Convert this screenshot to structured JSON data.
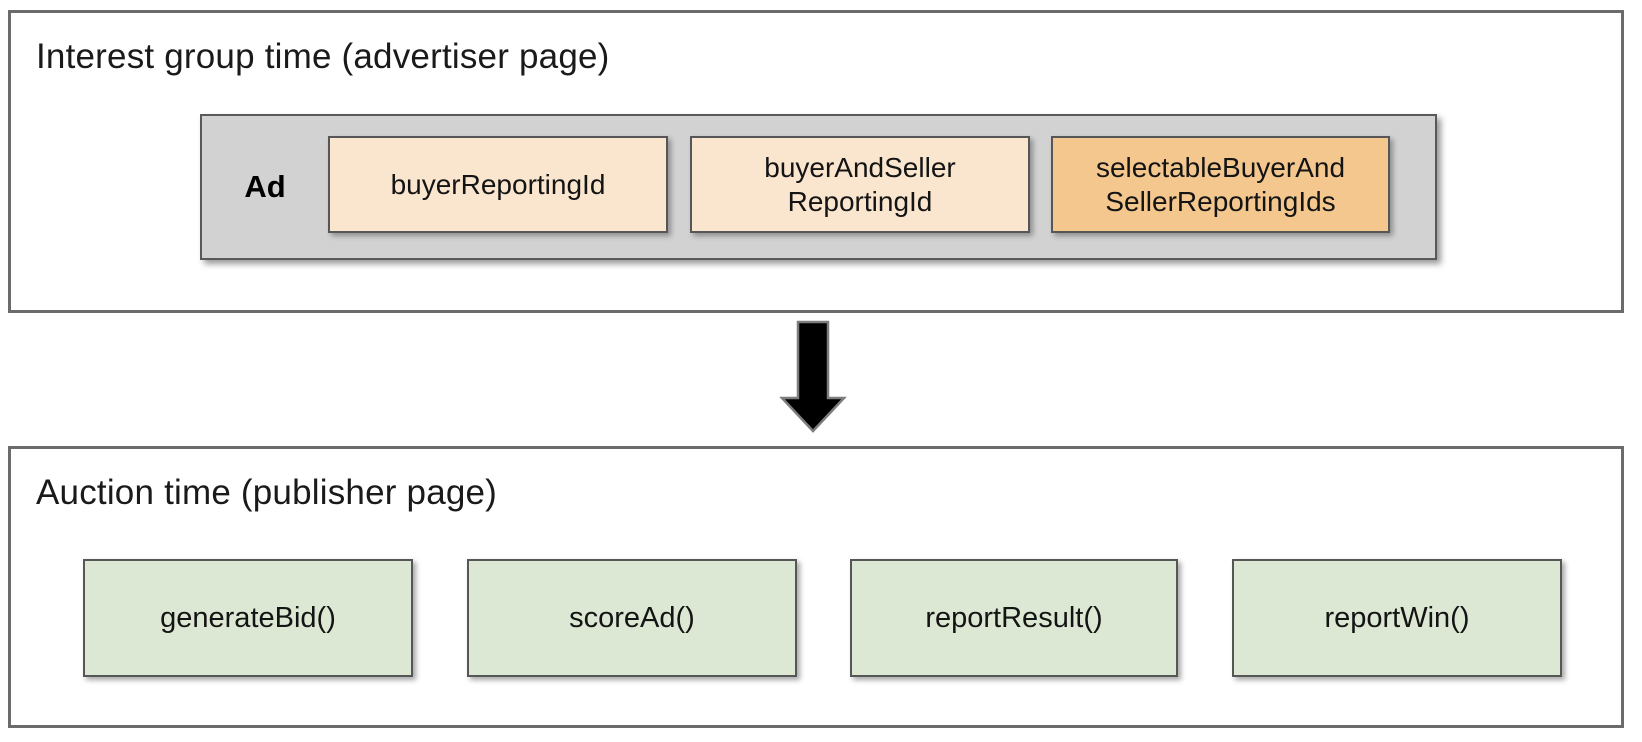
{
  "top_section": {
    "title": "Interest group time (advertiser page)",
    "ad_container": {
      "label": "Ad",
      "boxes": [
        {
          "name": "buyerReportingId",
          "lines": [
            "buyerReportingId"
          ],
          "style": "light"
        },
        {
          "name": "buyerAndSellerReportingId",
          "lines": [
            "buyerAndSeller",
            "ReportingId"
          ],
          "style": "light"
        },
        {
          "name": "selectableBuyerAndSellerReportingIds",
          "lines": [
            "selectableBuyerAnd",
            "SellerReportingIds"
          ],
          "style": "dark"
        }
      ]
    }
  },
  "arrow": {
    "direction": "down",
    "fill": "#000000",
    "outline": "#7d7d7d"
  },
  "bottom_section": {
    "title": "Auction time (publisher page)",
    "boxes": [
      {
        "label": "generateBid()"
      },
      {
        "label": "scoreAd()"
      },
      {
        "label": "reportResult()"
      },
      {
        "label": "reportWin()"
      }
    ]
  },
  "colors": {
    "light_id_box": "#fae6ce",
    "dark_id_box": "#f4c78e",
    "gray_container": "#d2d2d2",
    "green_fn_box": "#dce8d3",
    "section_border": "#6b6b6b",
    "inner_border": "#565656",
    "text": "#141414"
  }
}
